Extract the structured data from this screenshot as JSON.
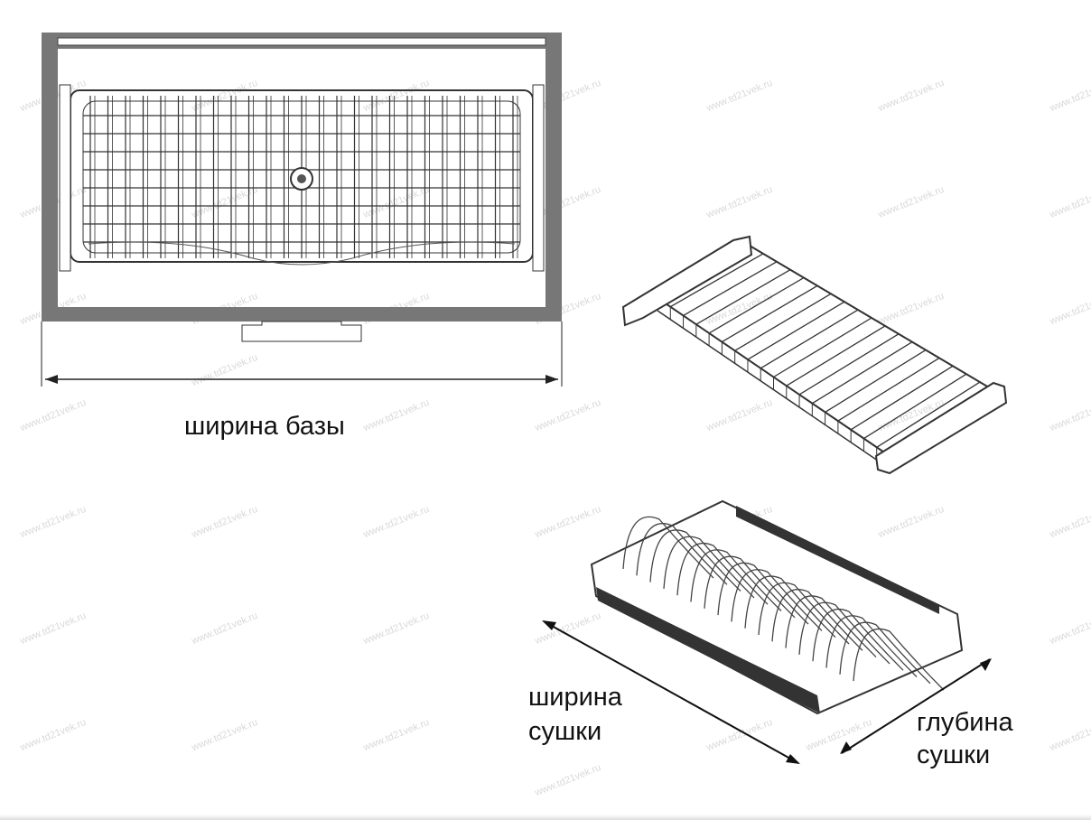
{
  "labels": {
    "base_width": "ширина базы",
    "dryer_width_line1": "ширина",
    "dryer_width_line2": "сушки",
    "dryer_depth_line1": "глубина",
    "dryer_depth_line2": "сушки"
  },
  "watermark": "www.td21vek.ru",
  "colors": {
    "frame": "#6e6e6e",
    "lines": "#333333",
    "watermark": "#d9d9d9"
  }
}
